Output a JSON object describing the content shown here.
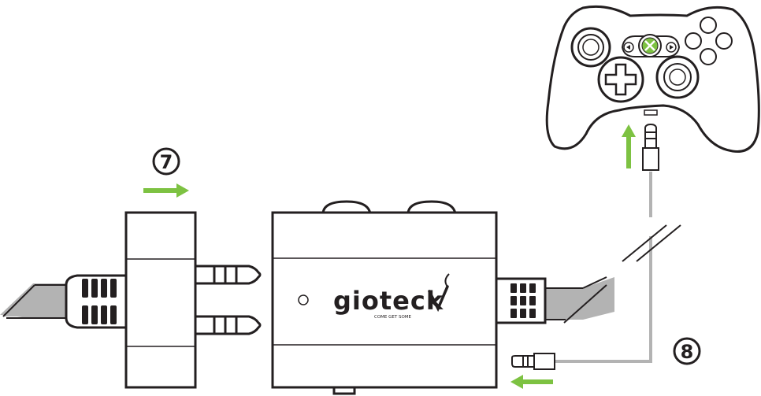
{
  "steps": [
    {
      "number": "7"
    },
    {
      "number": "8"
    }
  ],
  "brand": {
    "name": "gioteck",
    "tagline": "COME GET SOME"
  },
  "colors": {
    "arrow": "#7dc242",
    "outline": "#231f20",
    "cable_fill": "#b3b3b3",
    "cable_light": "#d1d1d1",
    "background": "#ffffff"
  },
  "icons": {
    "controller": "xbox-360-controller-icon",
    "guide_button": "xbox-guide-button-icon"
  }
}
